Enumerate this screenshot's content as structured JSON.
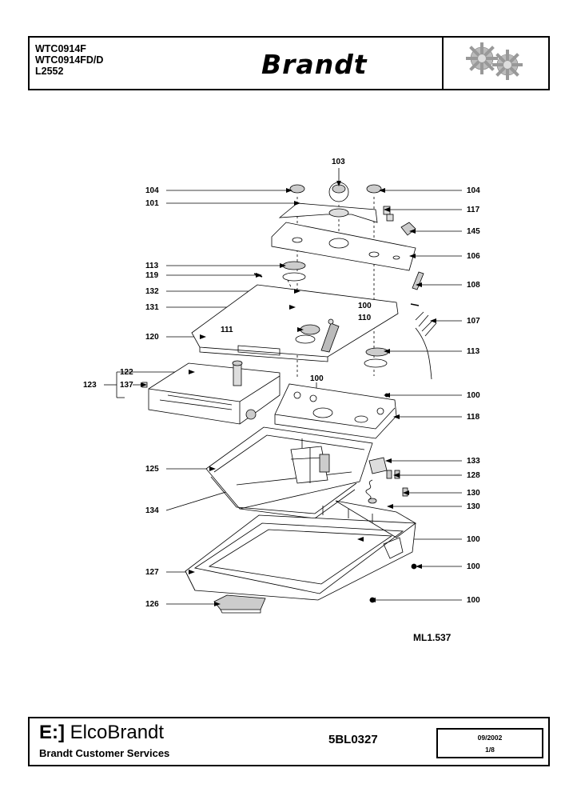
{
  "header": {
    "models": [
      "WTC0914F",
      "WTC0914FD/D",
      "L2552"
    ],
    "brand": "Brandt",
    "logo_icon": "gears-icon"
  },
  "diagram": {
    "code": "ML1.537",
    "labels": {
      "l103": "103",
      "l104a": "104",
      "l104b": "104",
      "l101": "101",
      "l117": "117",
      "l145": "145",
      "l106": "106",
      "l113a": "113",
      "l119": "119",
      "l108": "108",
      "l132": "132",
      "l131": "131",
      "l100a": "100",
      "l110": "110",
      "l107": "107",
      "l111": "111",
      "l120": "120",
      "l113b": "113",
      "l122": "122",
      "l123": "123",
      "l137": "137",
      "l100b": "100",
      "l100c": "100",
      "l118": "118",
      "l133": "133",
      "l125": "125",
      "l128": "128",
      "l130a": "130",
      "l130b": "130",
      "l134": "134",
      "l100d": "100",
      "l127": "127",
      "l100e": "100",
      "l126": "126",
      "l100f": "100"
    }
  },
  "footer": {
    "brand_logo": "E:]",
    "brand_name": "ElcoBrandt",
    "service": "Brandt Customer Services",
    "reference": "5BL0327",
    "date": "09/2002",
    "page": "1/8"
  }
}
